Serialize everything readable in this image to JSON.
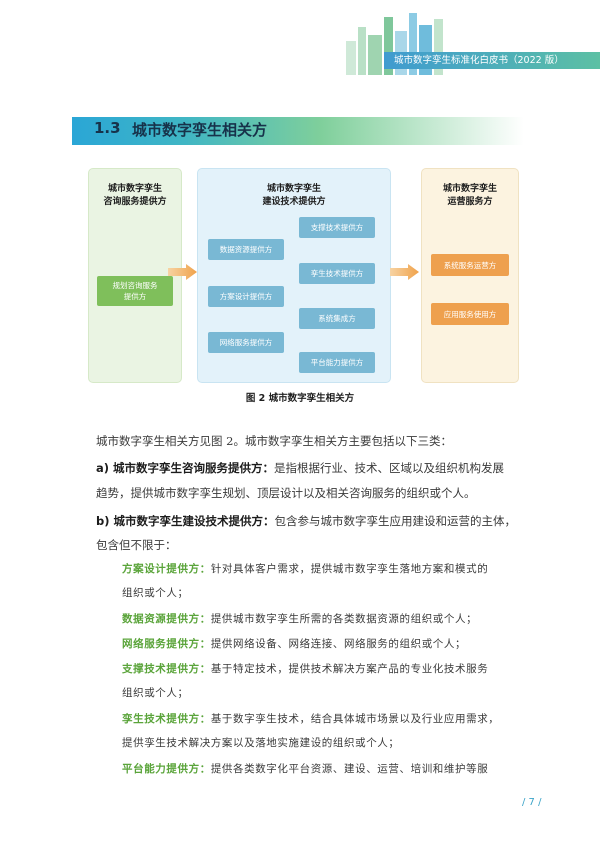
{
  "header": {
    "title": "城市数字孪生标准化白皮书（2022 版）",
    "colors": {
      "band_start": "#3f9bd0",
      "band_end": "#5cc0a4"
    }
  },
  "section": {
    "number": "1.3",
    "title": "城市数字孪生相关方"
  },
  "diagram": {
    "consult": {
      "title_1": "城市数字孪生",
      "title_2": "咨询服务提供方",
      "item_1": "规划咨询服务",
      "item_2": "提供方"
    },
    "build": {
      "title_1": "城市数字孪生",
      "title_2": "建设技术提供方",
      "items": [
        "数据资源提供方",
        "方案设计提供方",
        "网络服务提供方",
        "支撑技术提供方",
        "孪生技术提供方",
        "系统集成方",
        "平台能力提供方"
      ]
    },
    "ops": {
      "title_1": "城市数字孪生",
      "title_2": "运营服务方",
      "items": [
        "系统服务运营方",
        "应用服务使用方"
      ]
    },
    "caption": "图 2 城市数字孪生相关方"
  },
  "body": {
    "intro": "城市数字孪生相关方见图 2。城市数字孪生相关方主要包括以下三类：",
    "a_label": "a) 城市数字孪生咨询服务提供方：",
    "a_text_1": "是指根据行业、技术、区域以及组织机构发展",
    "a_text_2": "趋势，提供城市数字孪生规划、顶层设计以及相关咨询服务的组织或个人。",
    "b_label": "b) 城市数字孪生建设技术提供方：",
    "b_text_1": "包含参与城市数字孪生应用建设和运营的主体，",
    "b_text_2": "包含但不限于：",
    "items": [
      {
        "label": "方案设计提供方：",
        "line1": "针对具体客户需求，提供城市数字孪生落地方案和模式的",
        "line2": "组织或个人；"
      },
      {
        "label": "数据资源提供方：",
        "line1": "提供城市数字孪生所需的各类数据资源的组织或个人；"
      },
      {
        "label": "网络服务提供方：",
        "line1": "提供网络设备、网络连接、网络服务的组织或个人；"
      },
      {
        "label": "支撑技术提供方：",
        "line1": "基于特定技术，提供技术解决方案产品的专业化技术服务",
        "line2": "组织或个人；"
      },
      {
        "label": "孪生技术提供方：",
        "line1": "基于数字孪生技术，结合具体城市场景以及行业应用需求，",
        "line2": "提供孪生技术解决方案以及落地实施建设的组织或个人；"
      },
      {
        "label": "平台能力提供方：",
        "line1": "提供各类数字化平台资源、建设、运营、培训和维护等服"
      }
    ]
  },
  "page_number": "/ 7 /"
}
